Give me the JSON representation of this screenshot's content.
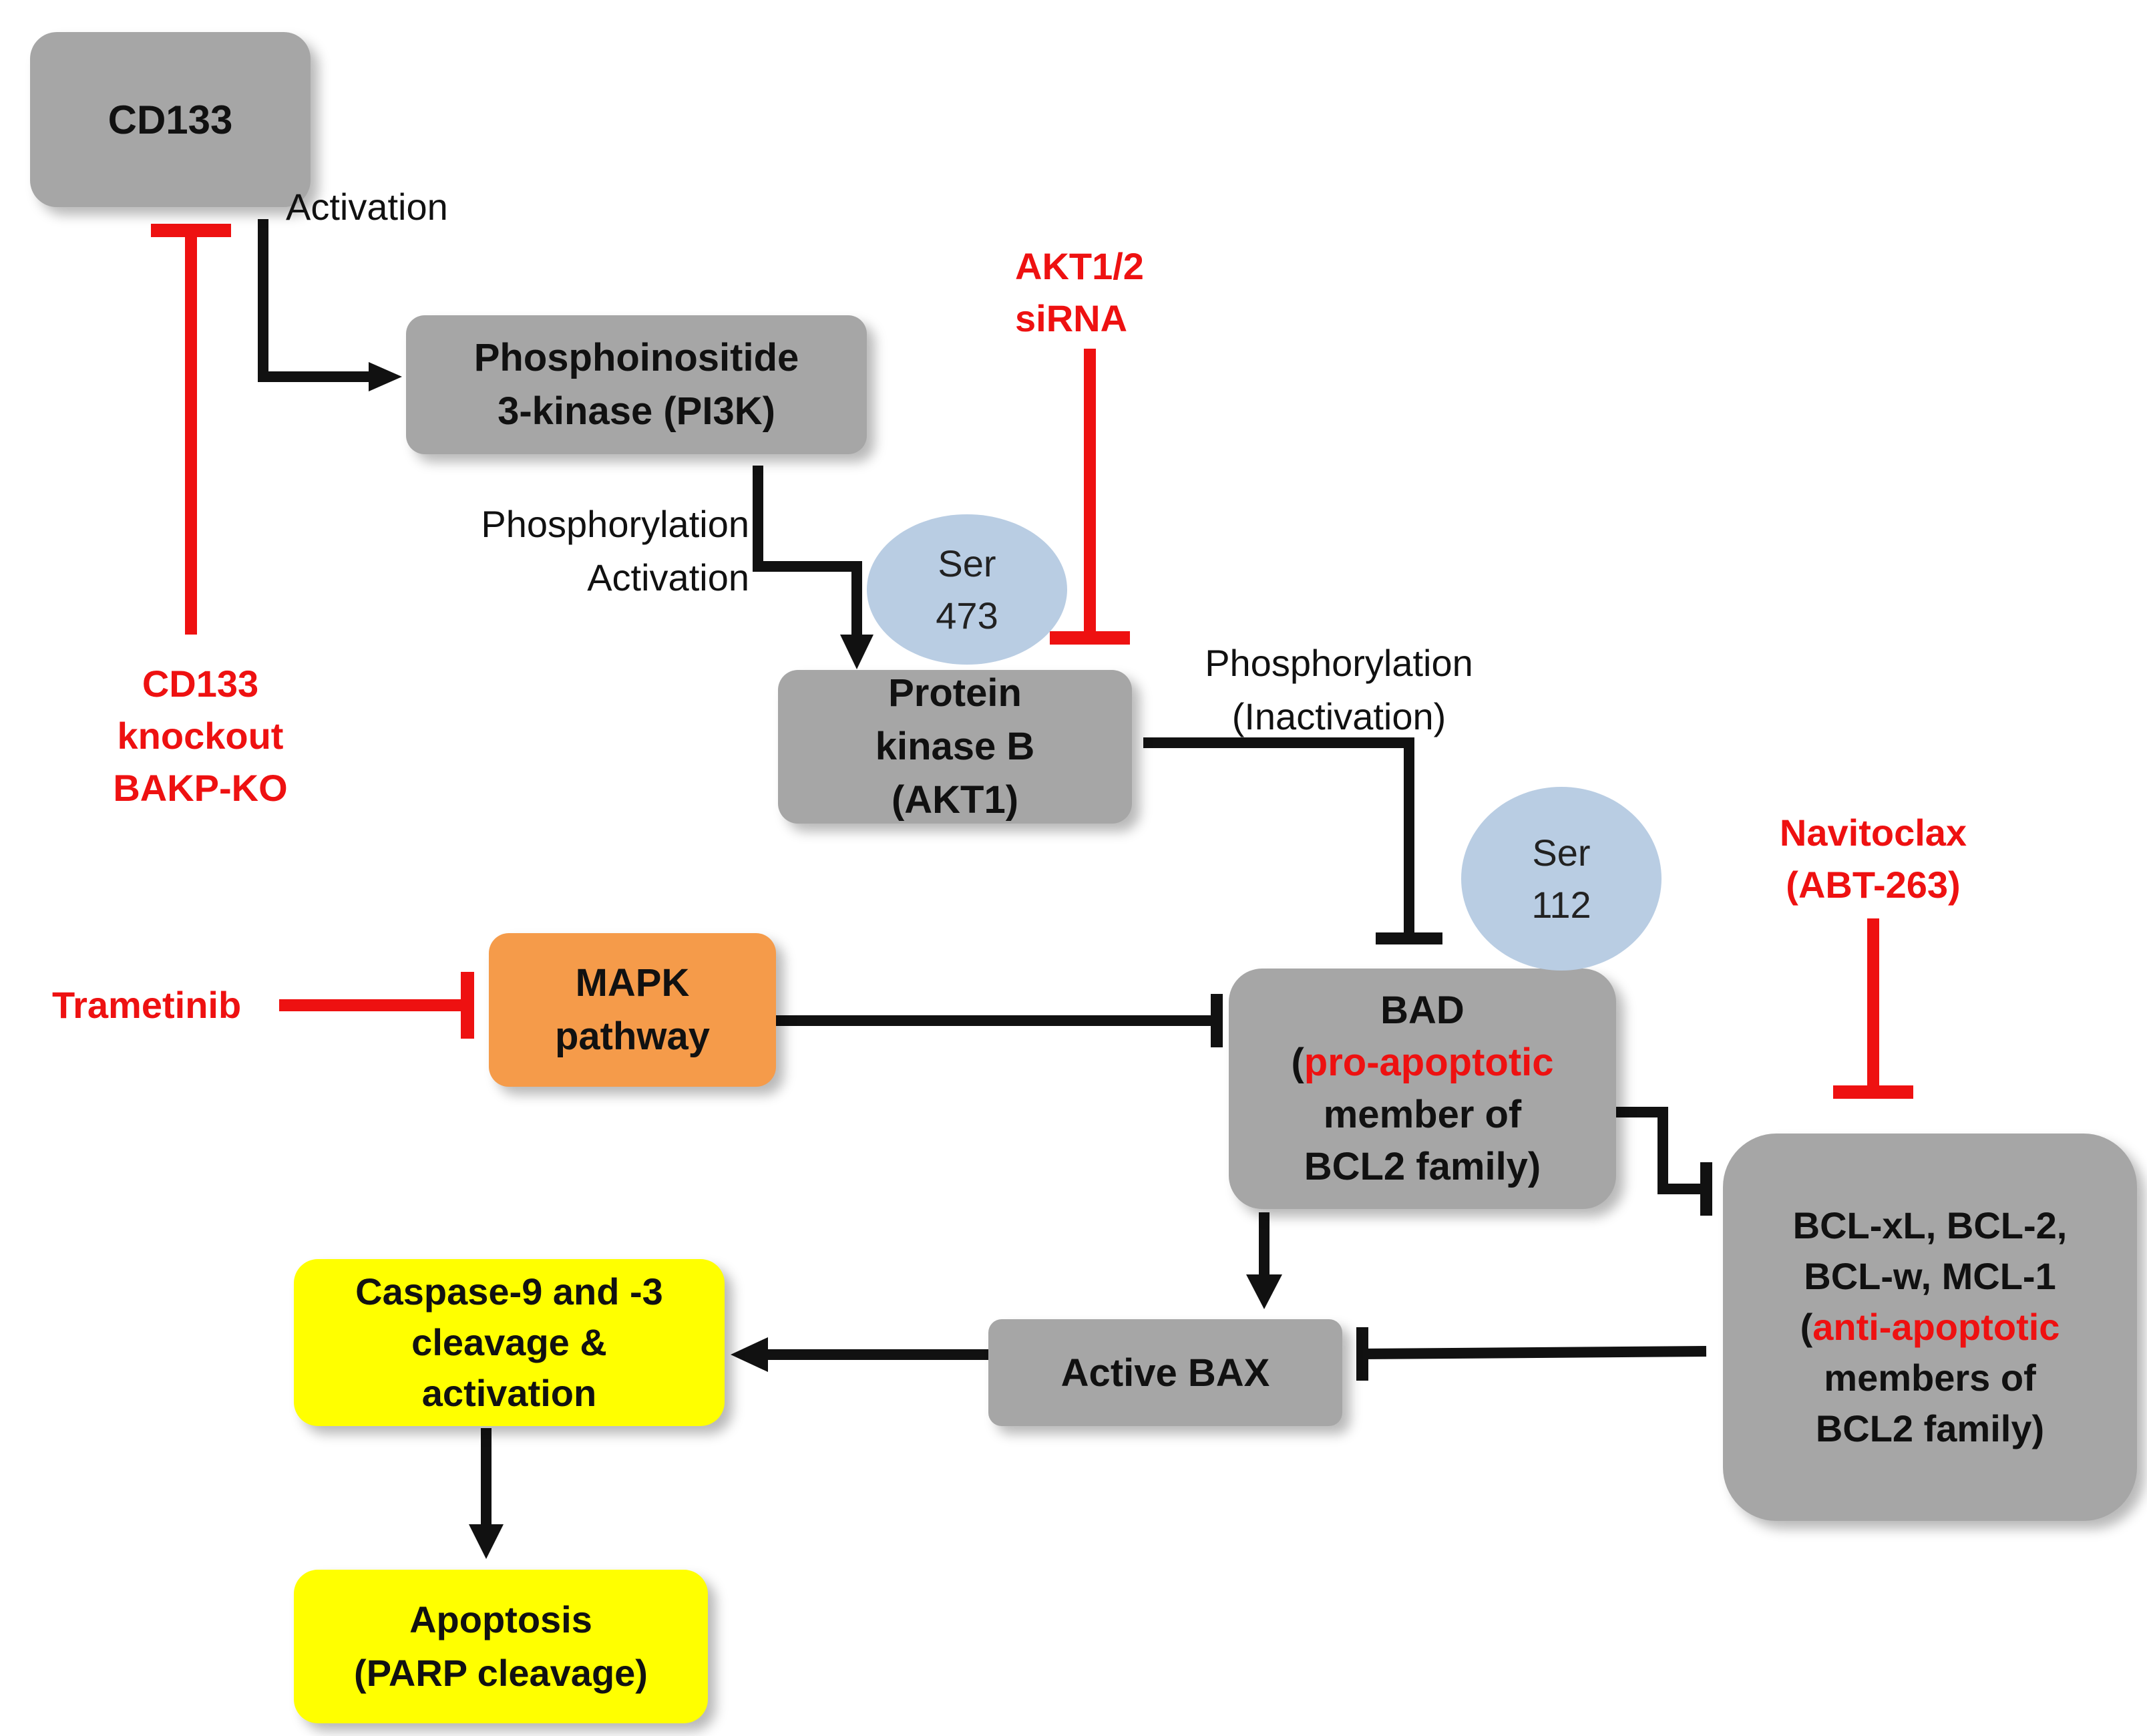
{
  "colors": {
    "node_grey": "#a6a6a6",
    "node_orange": "#f59b4a",
    "node_yellow": "#ffff00",
    "phospho_site": "#b9cde3",
    "arrow_black": "#111111",
    "inhibitor_red": "#ee1111"
  },
  "nodes": {
    "cd133": "CD133",
    "pi3k": [
      "Phosphoinositide",
      "3-kinase (PI3K)"
    ],
    "akt1": [
      "Protein",
      "kinase B",
      "(AKT1)"
    ],
    "mapk": [
      "MAPK",
      "pathway"
    ],
    "bad": {
      "line1": "BAD",
      "line2_open": "(",
      "line2_red": "pro-apoptotic",
      "line3": "member of",
      "line4": "BCL2 family)"
    },
    "bcl": {
      "line1": "BCL-xL, BCL-2,",
      "line2": "BCL-w, MCL-1",
      "line3_open": "(",
      "line3_red": "anti-apoptotic",
      "line4": "members of",
      "line5": "BCL2 family)"
    },
    "bax": "Active BAX",
    "caspase": [
      "Caspase-9 and -3",
      "cleavage &",
      "activation"
    ],
    "apoptosis": [
      "Apoptosis",
      "(PARP cleavage)"
    ]
  },
  "sites": {
    "ser473": [
      "Ser",
      "473"
    ],
    "ser112": [
      "Ser",
      "112"
    ]
  },
  "edge_labels": {
    "activation": "Activation",
    "phospho_activation": [
      "Phosphorylation",
      "Activation"
    ],
    "phospho_inactivation": [
      "Phosphorylation",
      "(Inactivation)"
    ]
  },
  "inhibitors": {
    "cd133_ko": [
      "CD133",
      "knockout",
      "BAKP-KO"
    ],
    "akt_sirna": [
      "AKT1/2",
      "siRNA"
    ],
    "trametinib": "Trametinib",
    "navitoclax": [
      "Navitoclax",
      "(ABT-263)"
    ]
  }
}
